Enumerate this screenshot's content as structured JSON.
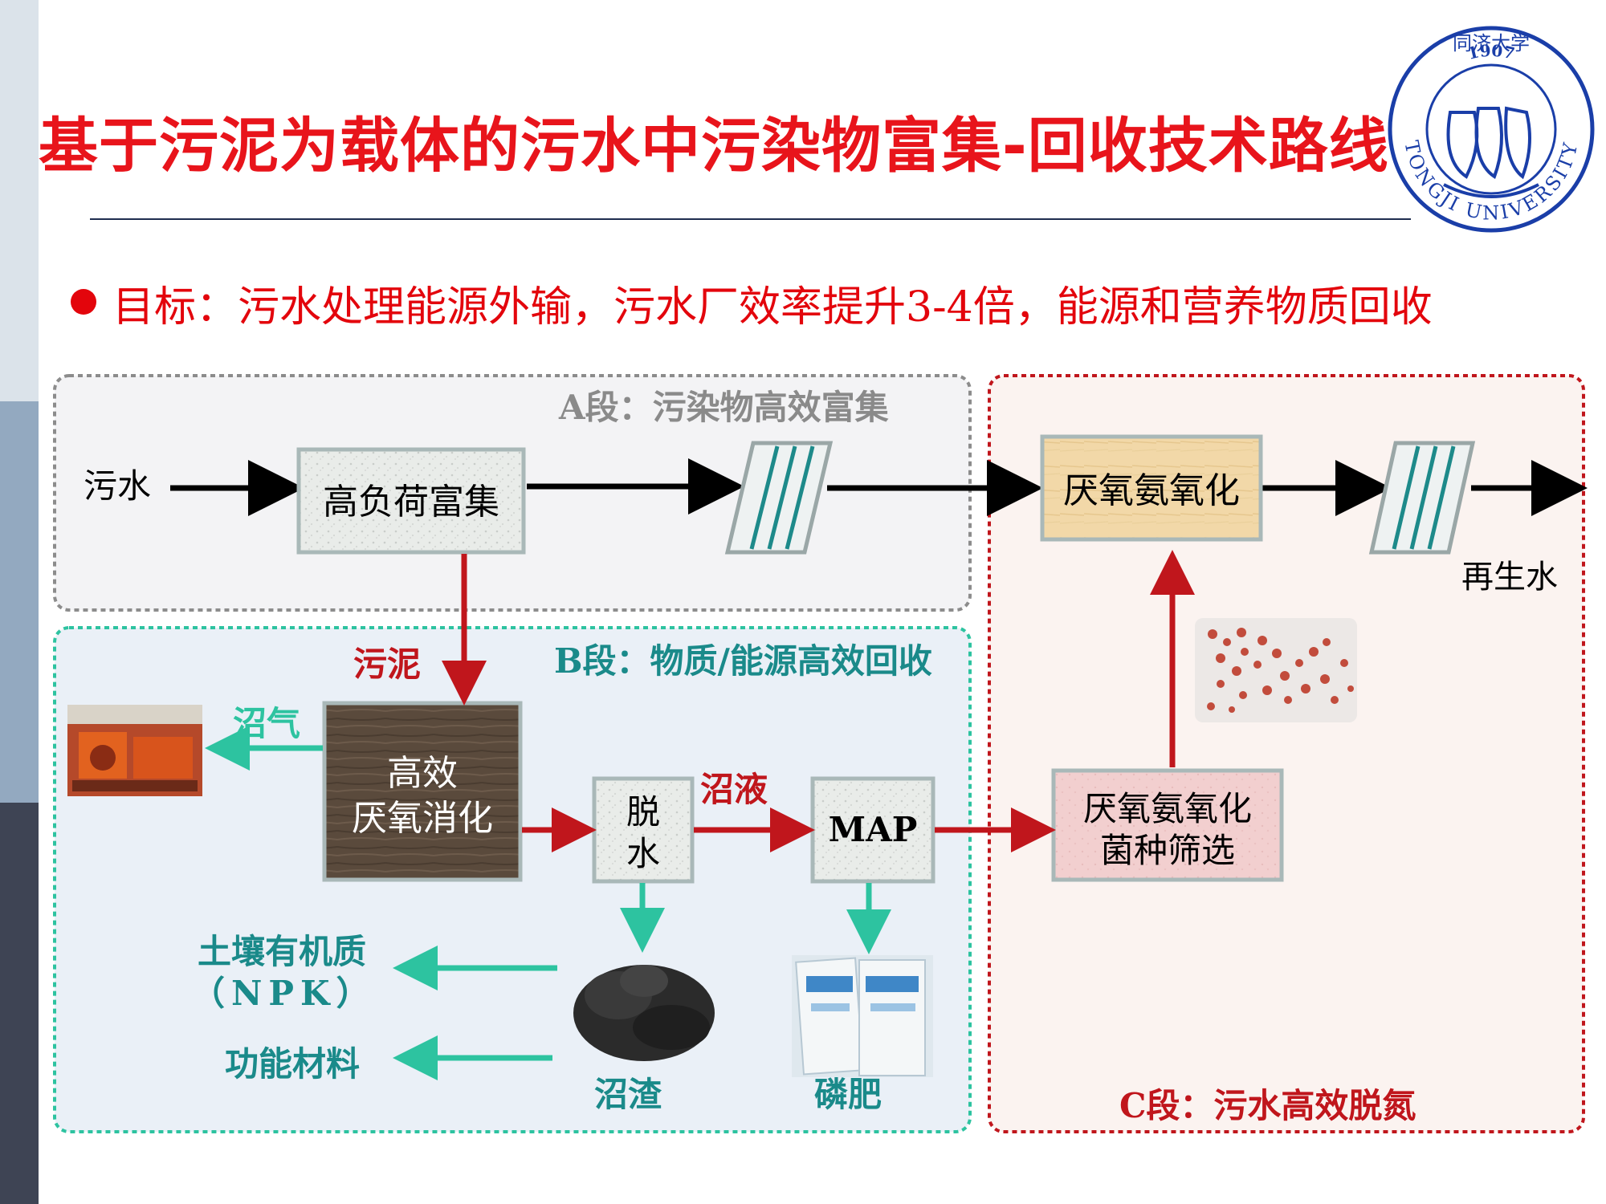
{
  "title": "基于污泥为载体的污水中污染物富集-回收技术路线",
  "goal": "目标：污水处理能源外输，污水厂效率提升3-4倍，能源和营养物质回收",
  "logo": {
    "year": "1907",
    "name": "TONGJI UNIVERSITY",
    "chars": "同济大学"
  },
  "sections": {
    "a": "A段：污染物高效富集",
    "b": "B段：物质/能源高效回收",
    "c": "C段：污水高效脱氮"
  },
  "nodes": {
    "input": "污水",
    "high_load": "高负荷富集",
    "anammox": "厌氧氨氧化",
    "digestion_line1": "高效",
    "digestion_line2": "厌氧消化",
    "dewater_line1": "脱",
    "dewater_line2": "水",
    "map": "MAP",
    "screening_line1": "厌氧氨氧化",
    "screening_line2": "菌种筛选",
    "output": "再生水"
  },
  "flows": {
    "sludge": "污泥",
    "biogas": "沼气",
    "liquor": "沼液"
  },
  "products": {
    "soil_line1": "土壤有机质",
    "soil_line2": "（NPK）",
    "materials": "功能材料",
    "residue": "沼渣",
    "fertilizer": "磷肥"
  },
  "colors": {
    "title": "#e8141b",
    "red_flow": "#c0161c",
    "green_flow": "#2dc3a0",
    "black_flow": "#000000",
    "section_b_text": "#1a8a8a",
    "section_c_text": "#c0161c",
    "box_fill": "#e8ebe8"
  }
}
